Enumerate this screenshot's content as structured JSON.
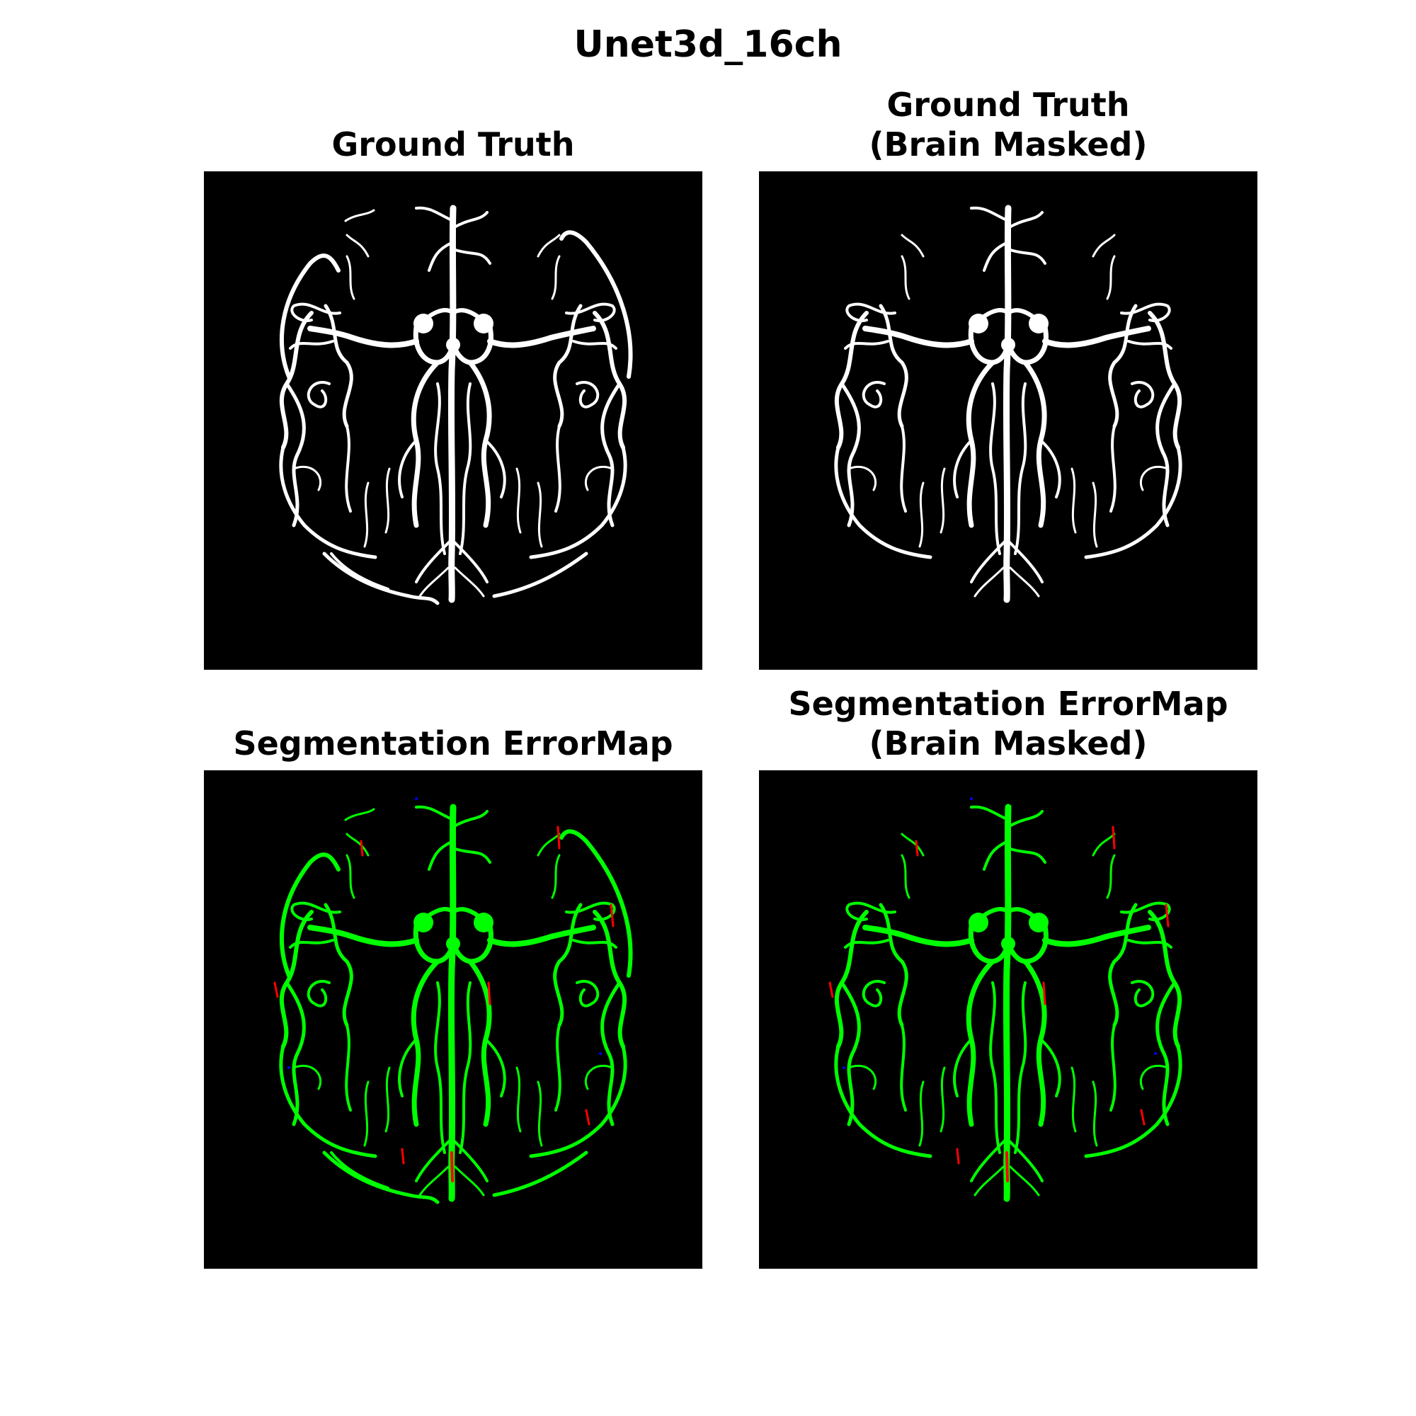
{
  "figure": {
    "title": "Unet3d_16ch"
  },
  "panels": [
    {
      "id": "gt",
      "title": "Ground Truth",
      "style": "white",
      "masked": false
    },
    {
      "id": "gt-masked",
      "title": "Ground Truth\n(Brain Masked)",
      "style": "white",
      "masked": true
    },
    {
      "id": "err",
      "title": "Segmentation ErrorMap",
      "style": "errormap",
      "masked": false
    },
    {
      "id": "err-masked",
      "title": "Segmentation ErrorMap\n(Brain Masked)",
      "style": "errormap",
      "masked": true
    }
  ],
  "colors": {
    "background": "#000000",
    "ground_truth": "#ffffff",
    "true_positive": "#00ff00",
    "false_negative": "#ff0000",
    "false_positive": "#0000ff"
  }
}
